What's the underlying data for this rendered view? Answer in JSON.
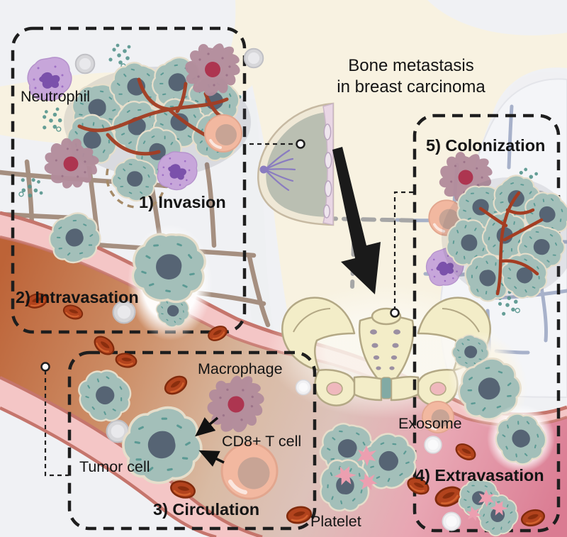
{
  "figure": {
    "title_line1": "Bone metastasis",
    "title_line2": "in breast carcinoma"
  },
  "stages": {
    "invasion": "1) Invasion",
    "intravasation": "2) Intravasation",
    "circulation": "3) Circulation",
    "extravasation": "4) Extravasation",
    "colonization": "5) Colonization"
  },
  "cell_labels": {
    "neutrophil": "Neutrophil",
    "macrophage": "Macrophage",
    "cd8_t_cell": "CD8+ T cell",
    "tumor_cell": "Tumor cell",
    "exosome": "Exosome",
    "platelet": "Platelet"
  },
  "icons": {
    "breast_illustration": "breast-cross-section",
    "pelvis_illustration": "pelvis-bone",
    "metastasis_arrow": "black-arrow-down"
  },
  "colors": {
    "background": "#f0f1f4",
    "tissue_cream": "#f8f2e1",
    "bone_white": "#f4f5f8",
    "tumor_body": "#a3bfb9",
    "tumor_nucleus": "#566474",
    "tumor_speckle": "#4f948e",
    "vessel_wall_pink": "#f4c6c6",
    "vessel_border_rose": "#c5756c",
    "lumen_orange": "#bd6337",
    "lumen_rose": "#da7b92",
    "rbc_red": "#b2431d",
    "macrophage_mauve": "#b28b9b",
    "macrophage_nucleus": "#ad3550",
    "neutrophil_lavender": "#c7a6da",
    "neutrophil_nucleus": "#7b51ab",
    "tcell_peach": "#f2b8a0",
    "tcell_inner": "#c8a495",
    "platelet_pink": "#ec9fb0",
    "pelvis_bone": "#f3edc8",
    "matrix_tan": "#a28a7a",
    "matrix_blue": "#9aa6c3",
    "teal_dot": "#56958d",
    "dashed_line": "#1e1e1e"
  }
}
